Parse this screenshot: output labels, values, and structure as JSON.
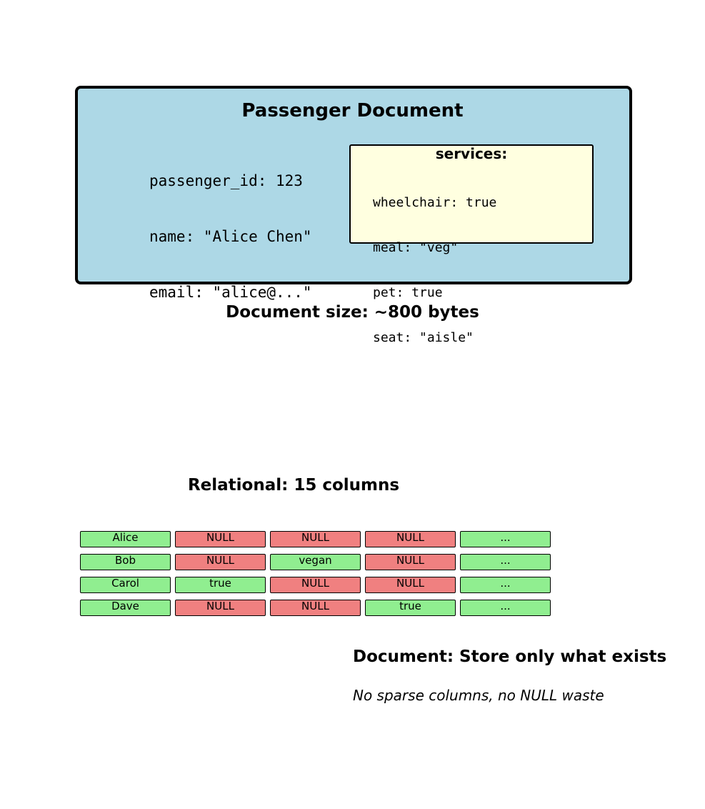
{
  "document": {
    "title": "Passenger Document",
    "fields": [
      "passenger_id: 123",
      "name: \"Alice Chen\"",
      "email: \"alice@...\""
    ],
    "services": {
      "title": "services:",
      "items": [
        "wheelchair: true",
        "meal: \"veg\"",
        "pet: true",
        "seat: \"aisle\""
      ]
    },
    "size_label": "Document size: ~800 bytes"
  },
  "relational": {
    "title": "Relational: 15 columns",
    "rows": [
      [
        "Alice",
        "NULL",
        "NULL",
        "NULL",
        "..."
      ],
      [
        "Bob",
        "NULL",
        "vegan",
        "NULL",
        "..."
      ],
      [
        "Carol",
        "true",
        "NULL",
        "NULL",
        "..."
      ],
      [
        "Dave",
        "NULL",
        "NULL",
        "true",
        "..."
      ]
    ]
  },
  "summary": {
    "headline": "Document: Store only what exists",
    "subline": "No sparse columns, no NULL waste"
  },
  "colors": {
    "document_bg": "#add8e6",
    "services_bg": "#ffffe0",
    "present_cell": "#90ee90",
    "null_cell": "#f08080"
  }
}
